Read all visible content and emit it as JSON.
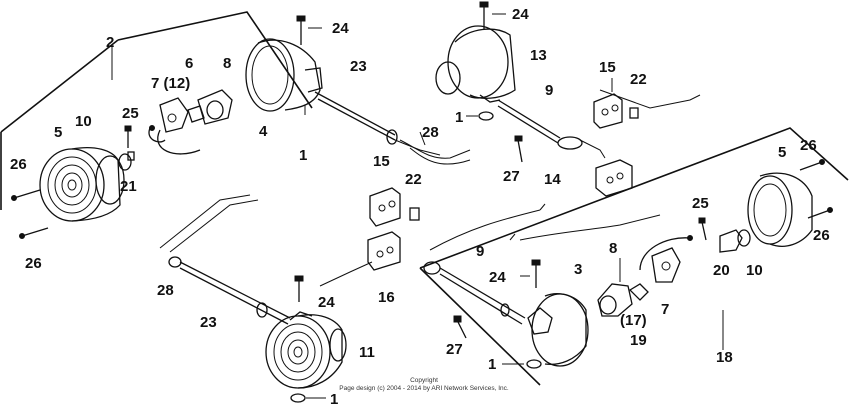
{
  "diagram": {
    "callouts": {
      "c2": "2",
      "c6": "6",
      "c7_12": "7 (12)",
      "c8_left": "8",
      "c24_top_left": "24",
      "c23_top": "23",
      "c24_top_right": "24",
      "c13": "13",
      "c15_top": "15",
      "c22_top": "22",
      "c9_top": "9",
      "c1_mid_right": "1",
      "c28_top": "28",
      "c27_top": "27",
      "c14": "14",
      "c25_left": "25",
      "c5_left": "5",
      "c10_left": "10",
      "c4": "4",
      "c1_mid_left": "1",
      "c26_left_top": "26",
      "c21": "21",
      "c26_left_bottom": "26",
      "c15_mid": "15",
      "c22_mid": "22",
      "c28_bottom": "28",
      "c23_bottom": "23",
      "c24_mid": "24",
      "c16": "16",
      "c11": "11",
      "c1_bottom": "1",
      "c9_bottom": "9",
      "c24_right": "24",
      "c3": "3",
      "c27_bottom": "27",
      "c1_bottom_right": "1",
      "c8_right": "8",
      "c17": "(17)",
      "c7_right": "7",
      "c19": "19",
      "c25_right": "25",
      "c5_right": "5",
      "c26_right_top": "26",
      "c26_right_bottom": "26",
      "c20": "20",
      "c10_right": "10",
      "c18": "18"
    },
    "copyright_line1": "Copyright",
    "copyright_line2": "Page design (c) 2004 - 2014 by ARI Network Services, Inc."
  }
}
